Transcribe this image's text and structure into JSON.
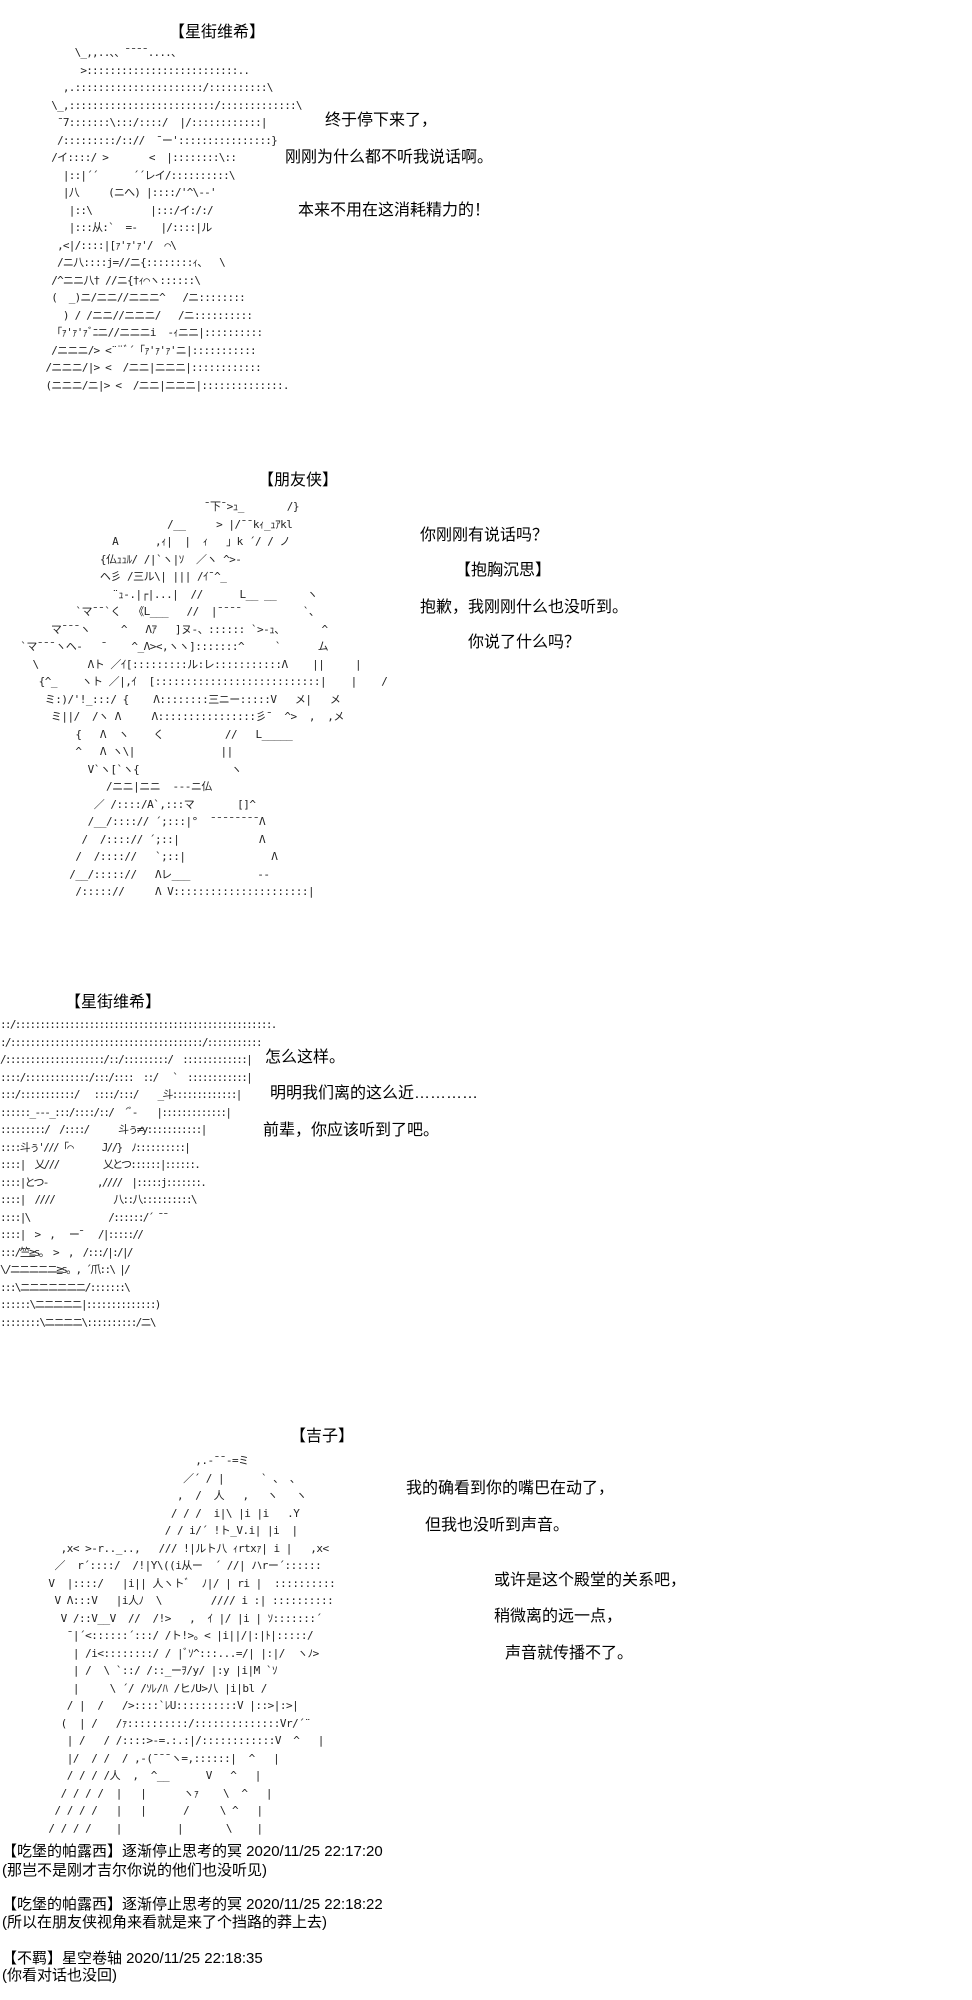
{
  "panels": [
    {
      "speaker": "【星街维希】",
      "lines": [
        "终于停下来了，",
        "刚刚为什么都不听我说话啊。",
        "本来不用在这消耗精力的！"
      ],
      "art": [
        "        \\_,,..、、¯¯¯¯....、",
        "         >::::::::::::::::::::::::::..",
        "      ,.::::::::::::::::::::::/::::::::::\\",
        "    \\_,:::::::::::::::::::::::::/:::::::::::::\\",
        "     ¯7:::::::\\:::/::::/  |/::::::::::::|",
        "     /:::::::::/:://  ¯ー'::::::::::::::::}",
        "    /イ::::/ >       <  |::::::::\\::",
        "      |::|´´      ´´レイ/::::::::::\\",
        "      |八     (ニへ) |::::/'^\\--'",
        "       |::\\          |:::/イ:/:/",
        "       |:::从:`  =-    |/::::|ル",
        "     ,<|/::::|[ｧ'ｧ'ｧ'/  ⌒\\",
        "     /ニ八::::j=//ニ{::::::::ｨ、  \\",
        "    /^ニニ八† //ニ{†ｨ⌒ヽ::::::\\",
        "    (  _)ニ/ニニ//ニニニ^   /ニ::::::::",
        "      ) / /ニニ//ニニニ/   /ニ::::::::::",
        "    「ｧ'ｧ'ｧﾞﾆニ//ニニニi  -ｨニニ|::::::::::",
        "    /ニニニ/> <¨¨ﾞ´「ｧ'ｧ'ｧ'ニ|:::::::::::",
        "   /ニニニ/|> <  /ニニ|ニニニ|::::::::::::",
        "   (ニニニ/ニ|> <  /ニニ|ニニニ|::::::::::::::."
      ]
    },
    {
      "speaker": "【朋友侠】",
      "lines": [
        "你刚刚有说话吗？",
        "【抱胸沉思】",
        "抱歉，我刚刚什么也没听到。",
        "你说了什么吗？"
      ],
      "art": [
        "                                ¯下¯>ｭ_       /}",
        "                          /__     > |/¯¯kｨ_ｭｱkl",
        "                 A      ,ｨ|  |  ｨ   」k ´/ / ノ",
        "               {仏ｭｭﾙ/ /|`ヽ|ｿ  ／ヽ ^>-",
        "               ヘ彡 /三ル\\| ||| /ｲ¯^_",
        "                 ¨ｭ-.|┌|...|  //      L__ __     ヽ",
        "           `マ¯¯`く  《L___   //  |¯¯¯¯          `、",
        "       マ¯¯¯ヽ     ^   Λｱ   ]ヌ-、:::::: `>-ｭ、      ^",
        "  `マ¯¯¯ヽヘ-   ¯    ^_Λ><,ヽヽ]:::::::^     `      ム",
        "    \\        Λト ／ｲ[:::::::::ル:レ:::::::::::Λ    ||     |",
        "     {^_    ヽト ／|,ｲ  [:::::::::::::::::::::::::::|    |    /",
        "      ミ:)/'!_:::/ {    Λ::::::::三ニー:::::V   メ|   メ",
        "       ミ||/  /ヽ Λ     Λ::::::::::::::::彡¯  ^>  ,  ,メ",
        "           {   Λ  ヽ    く          //   L_____",
        "           ^   Λ ヽ\\|              ||",
        "             V`ヽ[`ヽ{               ヽ",
        "                /ニニ|ニニ  ---ニ仏",
        "              ／ /::::/A`,:::マ       []^",
        "             /__/::::// ´;:::|°  ¯¯¯¯¯¯¯¯Λ",
        "            /  /::::// ´;::|             Λ",
        "           /  /:::://   `;::|              Λ",
        "          /__/::::://   Λレ___           --",
        "           /::::://     Λ V::::::::::::::::::::::|"
      ]
    },
    {
      "speaker": "【星街维希】",
      "lines": [
        "怎么这样。",
        "明明我们离的这么近…………",
        "前辈，你应该听到了吧。"
      ],
      "art": [
        "::/::::::::::::::::::::::::::::::::::::::::::::::::::::.",
        ":/:::::::::::::::::::::::::::::::::::::::/:::::::::::",
        "/::::::::::::::::::::/::/:::::::::/  :::::::::::::|",
        "::::/:::::::::::::/:::/::::  ::/   `  ::::::::::::|",
        ":::/:::::::::::/   ::::/:::/    _斗:::::::::::::|",
        "::::::_---_:::/::::/::/  ´ﾞ-    |:::::::::::::|",
        ":::::::::/  /::::/      斗ぅ≠y:::::::::::|",
        "::::斗ぅ'///「⌒      J//}  ﾉ::::::::::|",
        "::::|  乂///         乂とつ::::::|::::::.",
        "::::|とつ-          ,////  |:::::j:::::::.",
        "::::|  ////            八::八::::::::::\\",
        "::::|\\                /::::::/´ ¯¯",
        "::::|  >  ,   ー¯   /|::::://",
        ":::/竺≧s。 >  ,  /:::/|:/|/",
        "\\/ニニニニニ≧s。, ´爪::\\ |/",
        ":::\\ニニニニニニニ/:::::::\\",
        "::::::\\ニニニニニ|::::::::::::::)",
        "::::::::\\ニニニニ\\::::::::::/ニ\\"
      ]
    },
    {
      "speaker": "【吉子】",
      "lines": [
        "我的确看到你的嘴巴在动了，",
        "但我也没听到声音。",
        "或许是这个殿堂的关系吧，",
        "稍微离的远一点，",
        "声音就传播不了。"
      ],
      "art": [
        "                           ,.-¯¯-=ミ",
        "                         ／´ / |      ` 、 、",
        "                        ,  /  人   ,   ヽ   ヽ",
        "                       / / /  i|\\ |i |i   .Y",
        "                      / / i/´ !ト_V.i| |i  |",
        "     ,x< >-r.._..,   /// !|ルト八 ｨrtxｧ| i |   ,x<",
        "    ／  r´::::/  /!|Y\\((i从ー  ´ //| ハrー´::::::",
        "   V  |::::/   |i|| 人ヽトﾞ  ﾉ|/ | ri |  ::::::::::",
        "    V Λ:::V   |i人ﾉ  \\        //// i :| ::::::::::",
        "     V /::V__V  //  /!>   ,  ｲ |/ |i | ｿ:::::::´",
        "      ¯|´<::::::´:::/ /ト!>。< |i||/|:|ﾄ|:::::/",
        "       | /i<::::::::/ / |ﾞｿ^:::...=/| |:|/  ヽﾉ>",
        "       | /  \\ `::/ /::_ーｦ/y/ |:y |i|M `ｿ",
        "       |     \\ ´/ /ｿﾚ/ﾊ /ヒﾉU>八 |i|bl /",
        "      / |  /   />::::`ﾚU::::::::::V |::>|:>|",
        "     (  | /   /ｧ::::::::::/::::::::::::::Vr/´¨",
        "      | /   / /::::>-=.:.:|/::::::::::::V  ^   |",
        "      |/  / /  / ,-(¯¯¯ヽ=,::::::|  ^   |",
        "      / / / /人  ,  ^__      V   ^   |",
        "     / / / /  |   |      ヽｧ    \\  ^   |",
        "    / / / /   |   |      /     \\ ^   |",
        "   / / / /    |         |       \\    |"
      ]
    }
  ],
  "comments": [
    {
      "header": "【吃堡的帕露西】逐渐停止思考的冥 2020/11/25 22:17:20",
      "body": "(那岂不是刚才吉尔你说的他们也没听见)"
    },
    {
      "header": "【吃堡的帕露西】逐渐停止思考的冥 2020/11/25 22:18:22",
      "body": "(所以在朋友侠视角来看就是来了个挡路的莽上去)"
    },
    {
      "header": "【不羁】星空卷轴 2020/11/25 22:18:35",
      "body": "(你看对话也没回)"
    }
  ]
}
